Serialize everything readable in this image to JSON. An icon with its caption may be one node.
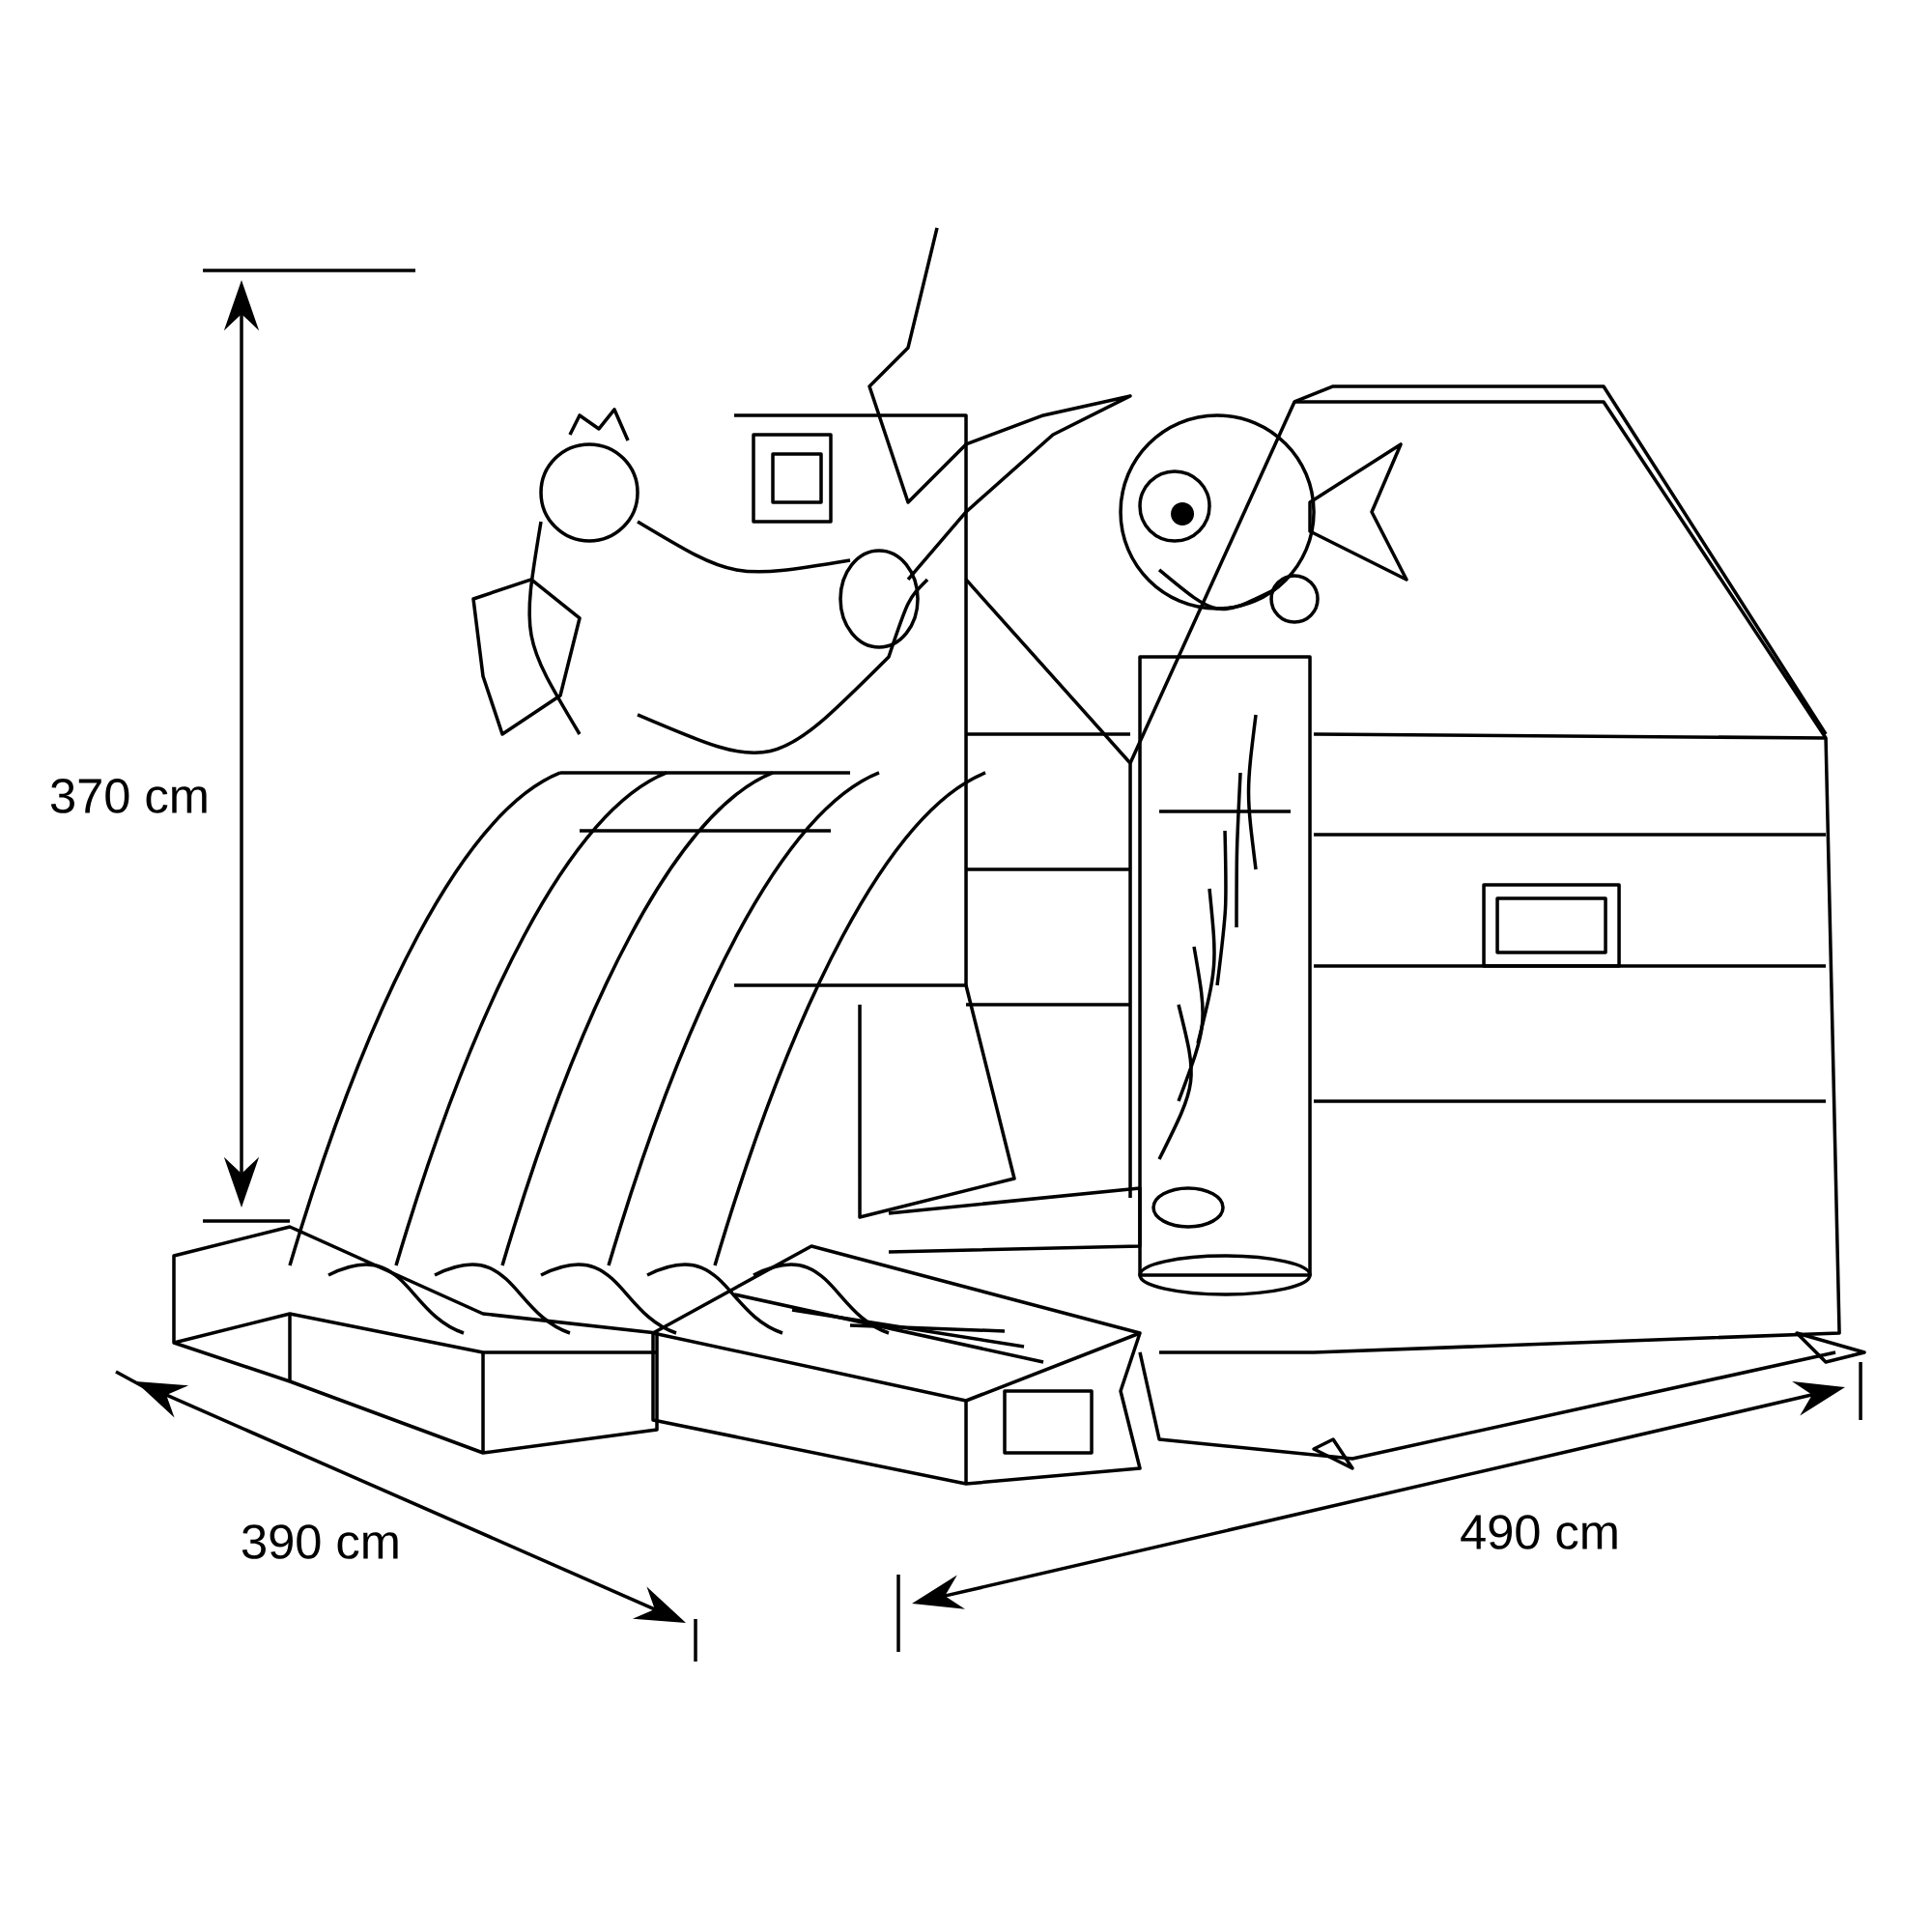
{
  "diagram": {
    "labels": [
      "370 cm",
      "390 cm",
      "490 cm"
    ]
  }
}
